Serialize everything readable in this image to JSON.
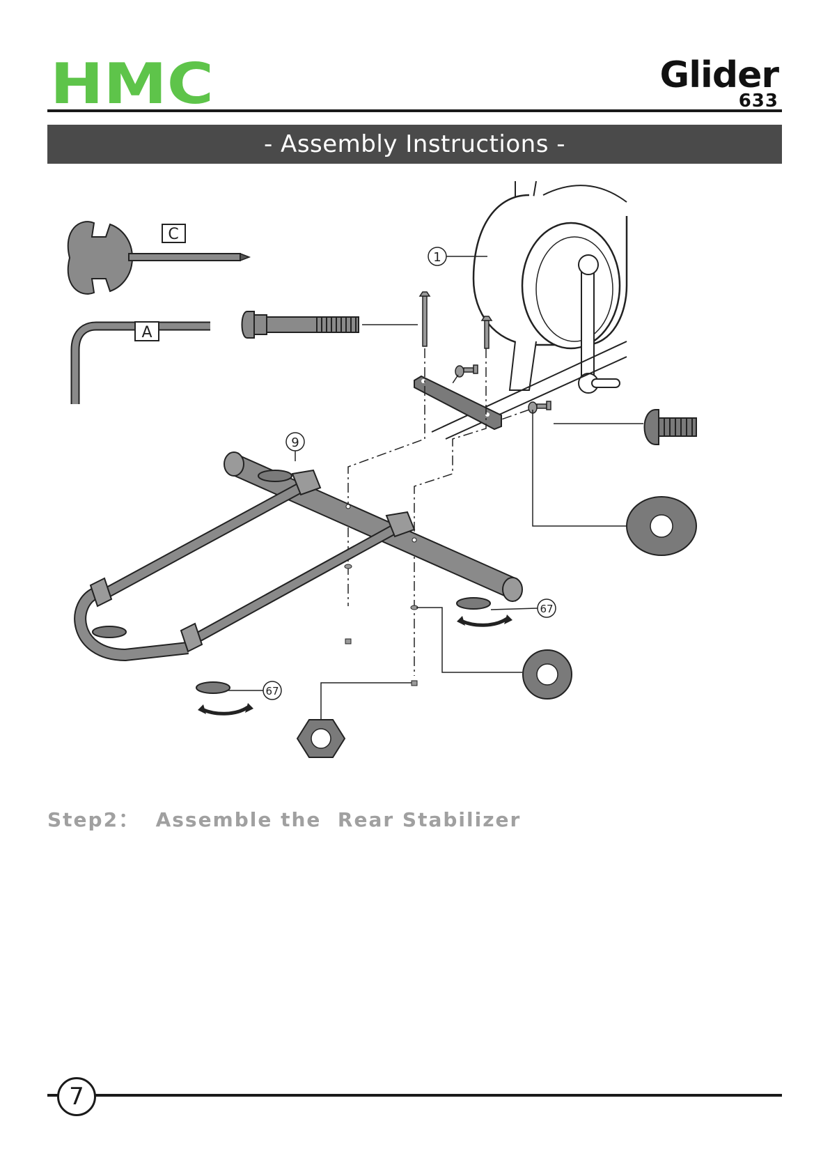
{
  "brand": {
    "logo_text": "HMC",
    "logo_color": "#5ec44a"
  },
  "product": {
    "name": "Glider",
    "model": "633"
  },
  "banner": {
    "title": "- Assembly Instructions -",
    "background": "#4a4a4a"
  },
  "diagram": {
    "callouts": {
      "tool_c": "C",
      "tool_a": "A",
      "part_main_frame": "1",
      "part_rear_stabilizer": "9",
      "part_leveler_right": "67",
      "part_leveler_left": "67"
    }
  },
  "step": {
    "title": "Step2：  Assemble the  Rear Stabilizer"
  },
  "footer": {
    "page_number": "7"
  }
}
